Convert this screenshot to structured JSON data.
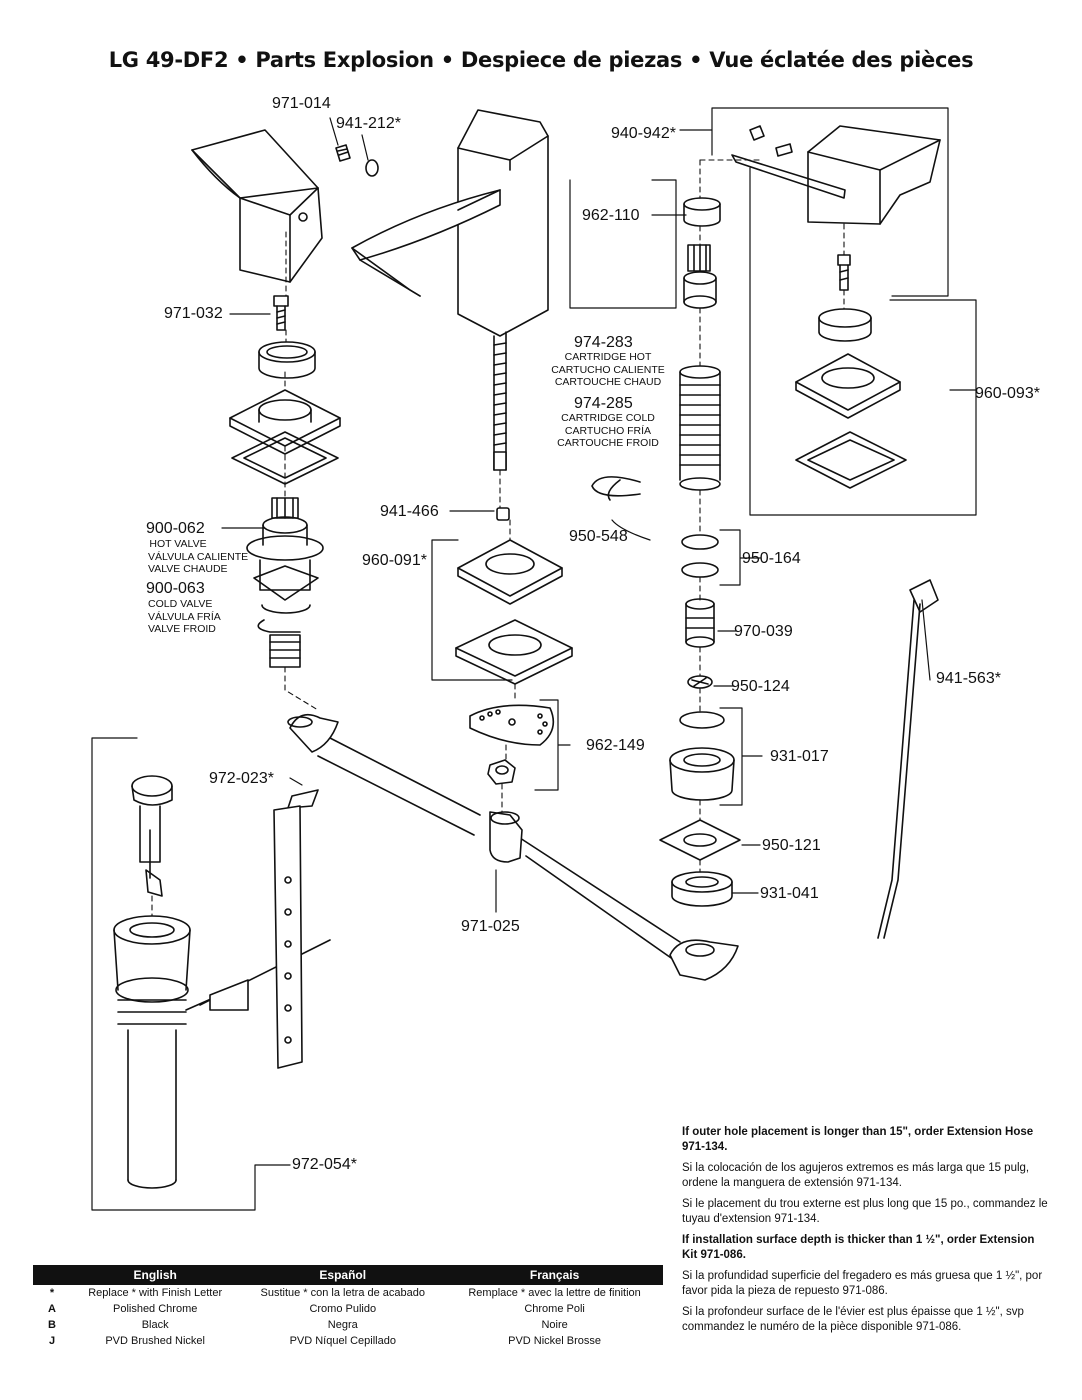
{
  "title": "LG 49-DF2 • Parts Explosion • Despiece de piezas • Vue éclatée des pièces",
  "parts": {
    "p971_014": "971-014",
    "p941_212": "941-212*",
    "p971_032": "971-032",
    "p900_062": "900-062",
    "p900_062_desc": [
      "HOT VALVE",
      "VÁLVULA CALIENTE",
      "VALVE CHAUDE"
    ],
    "p900_063": "900-063",
    "p900_063_desc": [
      "COLD VALVE",
      "VÁLVULA FRÍA",
      "VALVE FROID"
    ],
    "p941_466": "941-466",
    "p960_091": "960-091*",
    "p962_149": "962-149",
    "p971_025": "971-025",
    "p972_023": "972-023*",
    "p972_054": "972-054*",
    "p940_942": "940-942*",
    "p962_110": "962-110",
    "p974_283": "974-283",
    "p974_283_desc": [
      "CARTRIDGE HOT",
      "CARTUCHO CALIENTE",
      "CARTOUCHE CHAUD"
    ],
    "p974_285": "974-285",
    "p974_285_desc": [
      "CARTRIDGE COLD",
      "CARTUCHO FRÍA",
      "CARTOUCHE FROID"
    ],
    "p950_548": "950-548",
    "p950_164": "950-164",
    "p970_039": "970-039",
    "p950_124": "950-124",
    "p931_017": "931-017",
    "p950_121": "950-121",
    "p931_041": "931-041",
    "p960_093": "960-093*",
    "p941_563": "941-563*"
  },
  "notes": [
    {
      "text": "If outer hole placement is longer than 15\", order Extension Hose 971-134.",
      "bold": true
    },
    {
      "text": "Si la colocación de los agujeros extremos es más larga que 15 pulg, ordene la manguera de extensión 971-134.",
      "bold": false
    },
    {
      "text": "Si le placement du trou externe est plus long que 15 po., commandez le tuyau d'extension 971-134.",
      "bold": false
    },
    {
      "text": "If installation surface depth is thicker than 1 ½\", order Extension Kit 971-086.",
      "bold": true
    },
    {
      "text": "Si la profundidad superficie del fregadero es más gruesa que 1 ½\", por favor pida la pieza de repuesto 971-086.",
      "bold": false
    },
    {
      "text": "Si la profondeur surface de le l'évier est plus épaisse que 1 ½\", svp commandez le numéro de la pièce disponible 971-086.",
      "bold": false
    }
  ],
  "legend": {
    "headers": [
      "",
      "English",
      "Español",
      "Français"
    ],
    "rows": [
      [
        "*",
        "Replace * with Finish Letter",
        "Sustitue * con la letra de acabado",
        "Remplace * avec la lettre de finition"
      ],
      [
        "A",
        "Polished Chrome",
        "Cromo Pulido",
        "Chrome Poli"
      ],
      [
        "B",
        "Black",
        "Negra",
        "Noire"
      ],
      [
        "J",
        "PVD Brushed Nickel",
        "PVD Níquel Cepillado",
        "PVD Nickel Brosse"
      ]
    ]
  }
}
